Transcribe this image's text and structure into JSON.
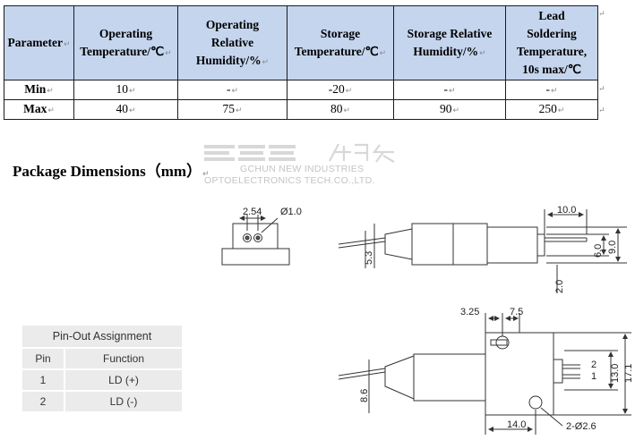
{
  "spec_table": {
    "headers": [
      {
        "lines": [
          "Parameter"
        ]
      },
      {
        "lines": [
          "Operating",
          "Temperature/℃"
        ]
      },
      {
        "lines": [
          "Operating",
          "Relative",
          "Humidity/%"
        ]
      },
      {
        "lines": [
          "Storage",
          "Temperature/℃"
        ]
      },
      {
        "lines": [
          "Storage Relative",
          "Humidity/%"
        ]
      },
      {
        "lines": [
          "Lead",
          "Soldering",
          "Temperature,",
          "10s max/℃"
        ]
      }
    ],
    "rows": [
      {
        "label": "Min",
        "cells": [
          "10",
          "-",
          "-20",
          "-",
          "-"
        ]
      },
      {
        "label": "Max",
        "cells": [
          "40",
          "75",
          "80",
          "90",
          "250"
        ]
      }
    ],
    "return_mark": "↵"
  },
  "package": {
    "heading": "Package Dimensions（mm）",
    "watermark_lines": [
      "GCHUN NEW INDUSTRIES",
      "OPTOELECTRONICS TECH.CO.,LTD."
    ]
  },
  "dimensions": {
    "front_pitch": "2.54",
    "front_pin_dia": "Ø1.0",
    "top_lead_len": "10.0",
    "top_height": "9.0",
    "top_inner": "6.0",
    "top_offset": "2.0",
    "top_left": "5.3",
    "bottom_325": "3.25",
    "bottom_75": "7.5",
    "bottom_171": "17.1",
    "bottom_130": "13.0",
    "bottom_86": "8.6",
    "bottom_140": "14.0",
    "bottom_holes": "2-Ø2.6",
    "pin1": "1",
    "pin2": "2"
  },
  "pinout": {
    "title": "Pin-Out  Assignment",
    "header": {
      "pin": "Pin",
      "function": "Function"
    },
    "rows": [
      {
        "pin": "1",
        "function": "LD (+)"
      },
      {
        "pin": "2",
        "function": "LD (-)"
      }
    ]
  }
}
